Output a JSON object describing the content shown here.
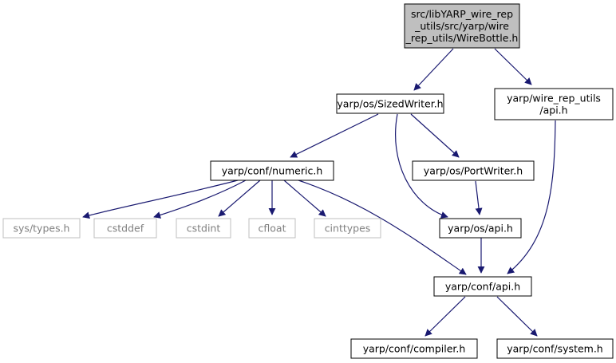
{
  "colors": {
    "edge": "#191970",
    "root_fill": "#bfbfbf",
    "node_border": "#000000",
    "external_border": "#bfbfbf",
    "external_text": "#808080"
  },
  "nodes": {
    "root": {
      "lines": [
        "src/libYARP_wire_rep",
        "_utils/src/yarp/wire",
        "_rep_utils/WireBottle.h"
      ]
    },
    "sized_writer": {
      "lines": [
        "yarp/os/SizedWriter.h"
      ]
    },
    "wire_api": {
      "lines": [
        "yarp/wire_rep_utils",
        "/api.h"
      ]
    },
    "numeric": {
      "lines": [
        "yarp/conf/numeric.h"
      ]
    },
    "port_writer": {
      "lines": [
        "yarp/os/PortWriter.h"
      ]
    },
    "sys_types": {
      "lines": [
        "sys/types.h"
      ]
    },
    "cstddef": {
      "lines": [
        "cstddef"
      ]
    },
    "cstdint": {
      "lines": [
        "cstdint"
      ]
    },
    "cfloat": {
      "lines": [
        "cfloat"
      ]
    },
    "cinttypes": {
      "lines": [
        "cinttypes"
      ]
    },
    "os_api": {
      "lines": [
        "yarp/os/api.h"
      ]
    },
    "conf_api": {
      "lines": [
        "yarp/conf/api.h"
      ]
    },
    "compiler": {
      "lines": [
        "yarp/conf/compiler.h"
      ]
    },
    "system": {
      "lines": [
        "yarp/conf/system.h"
      ]
    }
  },
  "edges": [
    [
      "root",
      "sized_writer"
    ],
    [
      "root",
      "wire_api"
    ],
    [
      "sized_writer",
      "numeric"
    ],
    [
      "sized_writer",
      "port_writer"
    ],
    [
      "sized_writer",
      "os_api"
    ],
    [
      "wire_api",
      "conf_api"
    ],
    [
      "numeric",
      "sys_types"
    ],
    [
      "numeric",
      "cstddef"
    ],
    [
      "numeric",
      "cstdint"
    ],
    [
      "numeric",
      "cfloat"
    ],
    [
      "numeric",
      "cinttypes"
    ],
    [
      "numeric",
      "conf_api"
    ],
    [
      "port_writer",
      "os_api"
    ],
    [
      "os_api",
      "conf_api"
    ],
    [
      "conf_api",
      "compiler"
    ],
    [
      "conf_api",
      "system"
    ]
  ]
}
